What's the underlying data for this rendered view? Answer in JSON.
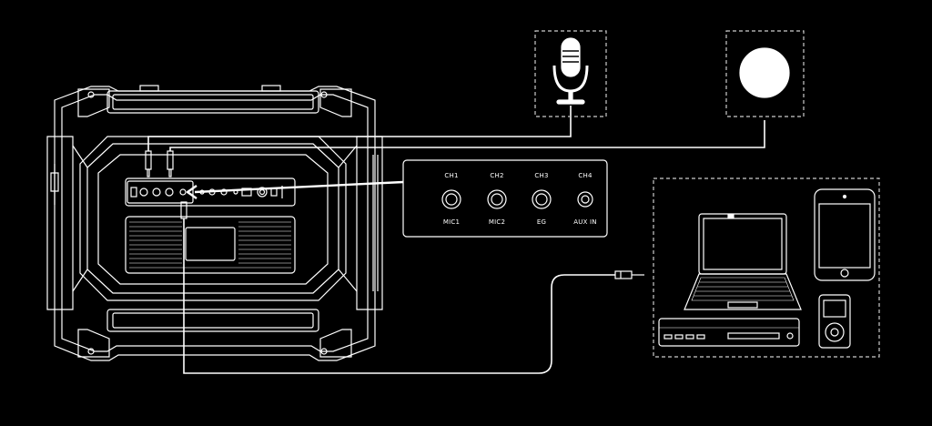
{
  "panel": {
    "channels": [
      {
        "top": "CH1",
        "bottom": "MIC1"
      },
      {
        "top": "CH2",
        "bottom": "MIC2"
      },
      {
        "top": "CH3",
        "bottom": "EG"
      },
      {
        "top": "CH4",
        "bottom": "AUX IN"
      }
    ]
  },
  "icons": {
    "microphone": "microphone-icon",
    "guitar_placeholder": "circle-icon",
    "laptop": "laptop-icon",
    "phone": "phone-icon",
    "media_player": "media-player-icon",
    "dvd_player": "dvd-player-icon"
  },
  "colors": {
    "background": "#000000",
    "line": "#ffffff",
    "dash": "#cccccc"
  }
}
